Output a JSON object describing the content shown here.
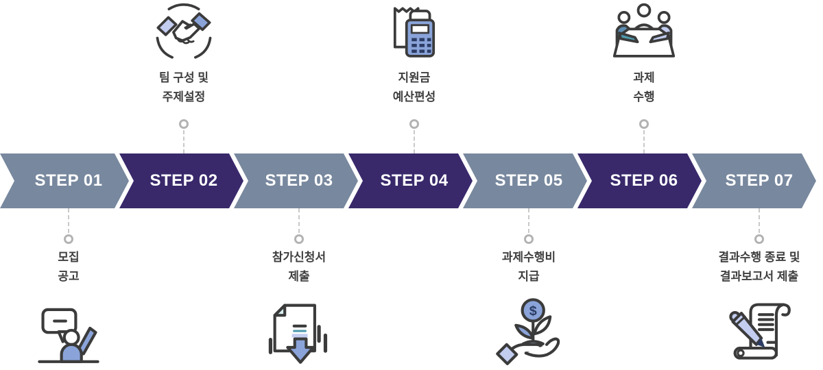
{
  "colors": {
    "chevron_slate": "#78889e",
    "chevron_purple": "#39296b",
    "step_text": "#ffffff",
    "caption_text": "#3e3e3e",
    "connector": "#b3b3b3",
    "connector_line": "#c9c9c9",
    "icon_outline": "#3b3b3b",
    "icon_blue": "#8aa4da",
    "icon_blue_light": "#c3cdf0",
    "icon_navy": "#2c3c64",
    "icon_steel": "#5d8fb4",
    "icon_teal": "#4d9aae"
  },
  "icon_glyphs": {
    "dollar_sign": "$"
  },
  "steps": [
    {
      "label": "STEP 01",
      "theme": "slate",
      "caption_position": "bottom",
      "icon": "announcement-icon",
      "caption_lines": [
        "모집",
        "공고"
      ]
    },
    {
      "label": "STEP 02",
      "theme": "purple",
      "caption_position": "top",
      "icon": "handshake-icon",
      "caption_lines": [
        "팀 구성 및",
        "주제설정"
      ]
    },
    {
      "label": "STEP 03",
      "theme": "slate",
      "caption_position": "bottom",
      "icon": "document-submit-icon",
      "caption_lines": [
        "참가신청서",
        "제출"
      ]
    },
    {
      "label": "STEP 04",
      "theme": "purple",
      "caption_position": "top",
      "icon": "budget-calculator-icon",
      "caption_lines": [
        "지원금",
        "예산편성"
      ]
    },
    {
      "label": "STEP 05",
      "theme": "slate",
      "caption_position": "bottom",
      "icon": "funding-icon",
      "caption_lines": [
        "과제수행비",
        "지급"
      ]
    },
    {
      "label": "STEP 06",
      "theme": "purple",
      "caption_position": "top",
      "icon": "meeting-icon",
      "caption_lines": [
        "과제",
        "수행"
      ]
    },
    {
      "label": "STEP 07",
      "theme": "slate",
      "caption_position": "bottom",
      "icon": "report-submit-icon",
      "caption_lines": [
        "결과수행 종료 및",
        "결과보고서 제출"
      ]
    }
  ]
}
